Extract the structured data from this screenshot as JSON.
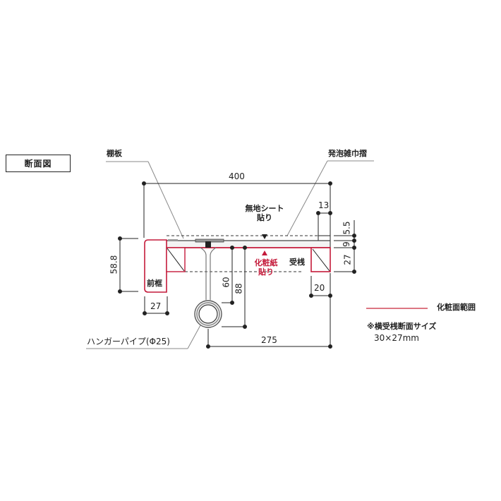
{
  "title": "断面図",
  "labels": {
    "shelf_board": "棚板",
    "foam_skirting": "発泡雑巾摺",
    "plain_sheet_line1": "無地シート",
    "plain_sheet_line2": "貼り",
    "decor_paper_line1": "化粧紙",
    "decor_paper_line2": "貼り",
    "support_bar": "受桟",
    "front_frame": "前框",
    "hanger_pipe": "ハンガーパイプ(Φ25)"
  },
  "dimensions": {
    "total_width": "400",
    "skirting_width": "13",
    "top_gap": "5.5",
    "shelf_thickness": "9",
    "support_height": "27",
    "support_width": "20",
    "front_frame_height": "58.8",
    "front_frame_width": "27",
    "pipe_upper": "60",
    "pipe_lower": "88",
    "pipe_to_back": "275"
  },
  "legend": {
    "line_label": "化粧面範囲",
    "line_color": "#c41a3a",
    "note_line1": "※横受桟断面サイズ",
    "note_line2": "30×27mm"
  },
  "colors": {
    "line": "#222222",
    "decor": "#c41a3a",
    "grey": "#888888"
  }
}
